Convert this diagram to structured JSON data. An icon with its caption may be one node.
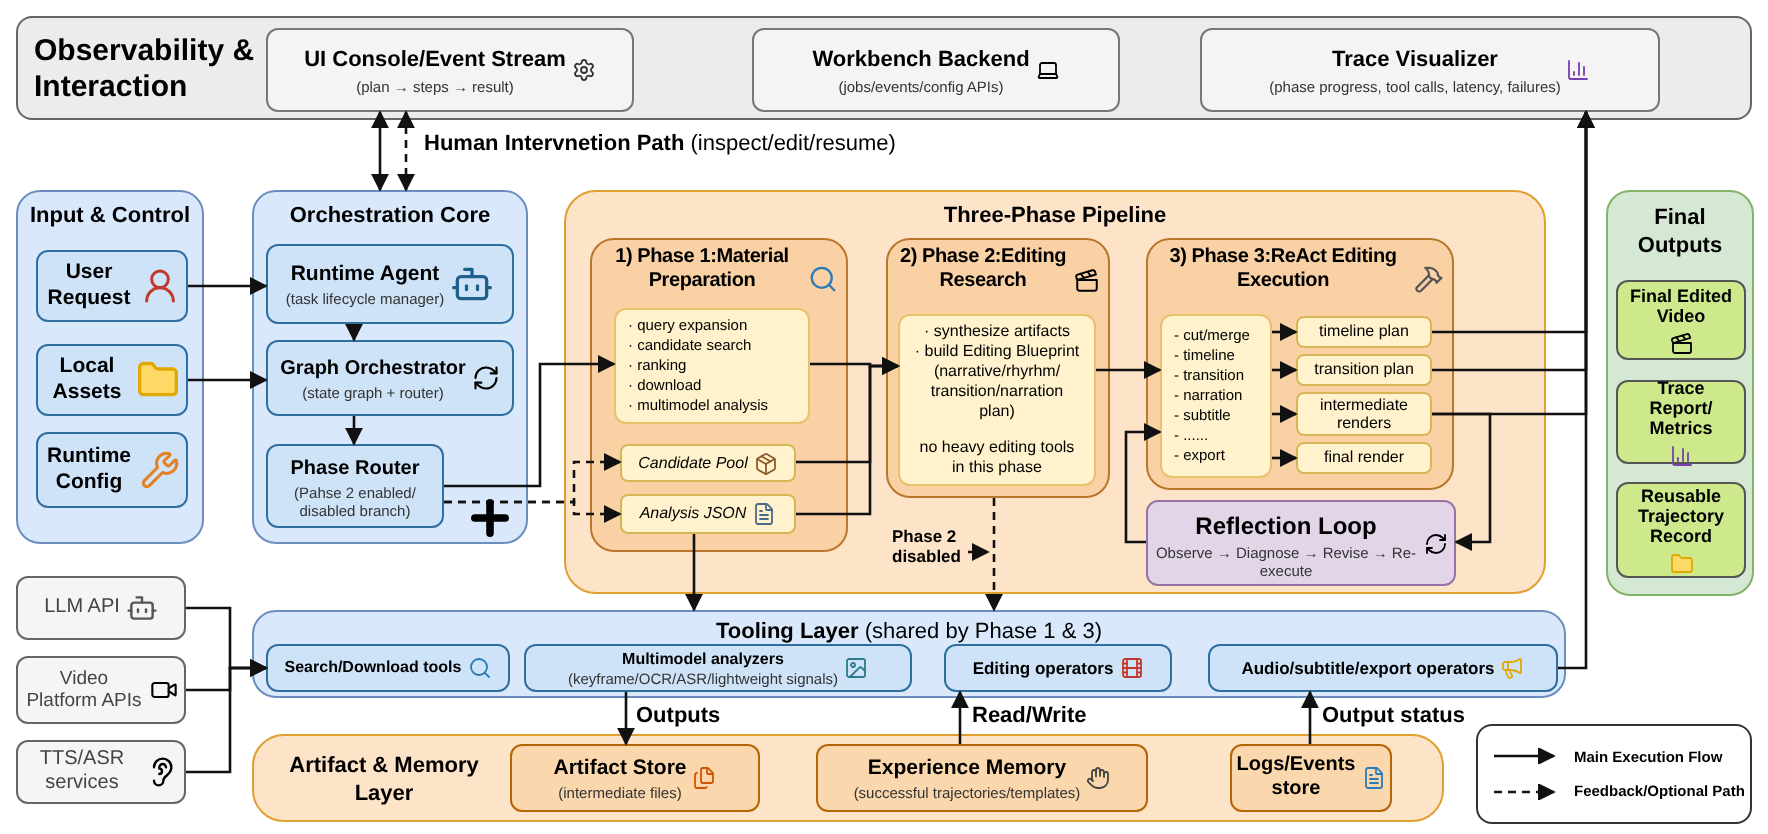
{
  "diagram": {
    "nodes": [
      {
        "text": [
          "Observability & Interaction"
        ]
      },
      {
        "text": [
          "UI Console/Event Stream",
          "(plan → steps → result)"
        ],
        "in": 0
      },
      {
        "text": [
          "Workbench Backend",
          "(jobs/events/config APIs)"
        ],
        "in": 0
      },
      {
        "text": [
          "Trace Visualizer",
          "(phase progress, tool calls, latency, failures)"
        ],
        "in": 0
      },
      {
        "text": [
          "Input & Control"
        ]
      },
      {
        "text": [
          "User Request"
        ],
        "in": 4
      },
      {
        "text": [
          "Local Assets"
        ],
        "in": 4
      },
      {
        "text": [
          "Runtime Config"
        ],
        "in": 4
      },
      {
        "text": [
          "Orchestration Core"
        ]
      },
      {
        "text": [
          "Runtime Agent",
          "(task lifecycle manager)"
        ],
        "in": 8
      },
      {
        "text": [
          "Graph Orchestrator",
          "(state graph + router)"
        ],
        "in": 8
      },
      {
        "text": [
          "Phase Router",
          "(Pahse 2 enabled/ disabled branch)"
        ],
        "in": 8
      },
      {
        "text": [
          "Three-Phase Pipeline"
        ]
      },
      {
        "text": [
          "1) Phase 1:Material Preparation"
        ],
        "in": 12
      },
      {
        "text": [
          "· query expansion",
          "· candidate search",
          "· ranking",
          "· download",
          "· multimodel analysis"
        ],
        "in": 13
      },
      {
        "text": [
          "Candidate Pool"
        ],
        "in": 13
      },
      {
        "text": [
          "Analysis JSON"
        ],
        "in": 13
      },
      {
        "text": [
          "2) Phase 2:Editing Research"
        ],
        "in": 12
      },
      {
        "text": [
          "· synthesize artifacts",
          "· build Editing Blueprint (narrative/rhyrhm/ transition/narration plan)",
          "no heavy editing tools in this phase"
        ],
        "in": 17
      },
      {
        "text": [
          "3) Phase 3:ReAct Editing Execution"
        ],
        "in": 12
      },
      {
        "text": [
          "- cut/merge",
          "- timeline",
          "- transition",
          "- narration",
          "- subtitle",
          "- ......",
          "- export"
        ],
        "in": 19
      },
      {
        "text": [
          "timeline plan"
        ],
        "in": 19
      },
      {
        "text": [
          "transition plan"
        ],
        "in": 19
      },
      {
        "text": [
          "intermediate renders"
        ],
        "in": 19
      },
      {
        "text": [
          "final render"
        ],
        "in": 19
      },
      {
        "text": [
          "Reflection Loop",
          "Observe → Diagnose → Revise → Re-execute"
        ],
        "in": 12
      },
      {
        "text": [
          "Final Outputs"
        ]
      },
      {
        "text": [
          "Final Edited Video"
        ],
        "in": 26
      },
      {
        "text": [
          "Trace Report/ Metrics"
        ],
        "in": 26
      },
      {
        "text": [
          "Reusable Trajectory Record"
        ],
        "in": 26
      },
      {
        "text": [
          "LLM API"
        ]
      },
      {
        "text": [
          "Video Platform APIs"
        ]
      },
      {
        "text": [
          "TTS/ASR services"
        ]
      },
      {
        "text": [
          "**Tooling Layer** (shared by Phase 1 & 3)"
        ]
      },
      {
        "text": [
          "Search/Download tools"
        ],
        "in": 33
      },
      {
        "text": [
          "Multimodel analyzers",
          "(keyframe/OCR/ASR/lightweight signals)"
        ],
        "in": 33
      },
      {
        "text": [
          "Editing operators"
        ],
        "in": 33
      },
      {
        "text": [
          "Audio/subtitle/export operators"
        ],
        "in": 33
      },
      {
        "text": [
          "Artifact & Memory Layer"
        ]
      },
      {
        "text": [
          "Artifact Store",
          "(intermediate files)"
        ],
        "in": 38
      },
      {
        "text": [
          "Experience Memory",
          "(successful trajectories/templates)"
        ],
        "in": 38
      },
      {
        "text": [
          "Logs/Events store"
        ],
        "in": 38
      }
    ],
    "edges": [
      {
        "from": 1,
        "to": 8,
        "arrow": "both"
      },
      {
        "from": 1,
        "to": 8,
        "arrow": "both",
        "style": "dashed",
        "label": "**Human Intervnetion Path** (inspect/edit/resume)"
      },
      {
        "from": 5,
        "to": 9,
        "arrow": "to"
      },
      {
        "from": 6,
        "to": 10,
        "arrow": "to"
      },
      {
        "from": 9,
        "to": 10,
        "arrow": "to"
      },
      {
        "from": 10,
        "to": 11,
        "arrow": "to"
      },
      {
        "from": 11,
        "to": 14,
        "arrow": "to"
      },
      {
        "from": 11,
        "to": 15,
        "arrow": "to",
        "style": "dashed"
      },
      {
        "from": 11,
        "to": 16,
        "arrow": "to",
        "style": "dashed"
      },
      {
        "from": 14,
        "to": 18,
        "arrow": "to"
      },
      {
        "from": 15,
        "to": 18,
        "arrow": "to"
      },
      {
        "from": 16,
        "to": 18,
        "arrow": "to"
      },
      {
        "from": 18,
        "to": 20,
        "arrow": "to"
      },
      {
        "from": 20,
        "to": 21,
        "arrow": "to"
      },
      {
        "from": 20,
        "to": 22,
        "arrow": "to"
      },
      {
        "from": 20,
        "to": 23,
        "arrow": "to"
      },
      {
        "from": 20,
        "to": 24,
        "arrow": "to"
      },
      {
        "from": 21,
        "to": 3,
        "arrow": "to"
      },
      {
        "from": 22,
        "to": 3,
        "arrow": "to"
      },
      {
        "from": 23,
        "to": 3,
        "arrow": "to"
      },
      {
        "from": 37,
        "to": 3,
        "arrow": "to"
      },
      {
        "from": 23,
        "to": 25,
        "arrow": "to"
      },
      {
        "from": 25,
        "to": 20,
        "arrow": "to"
      },
      {
        "from": 16,
        "to": 33,
        "arrow": "to"
      },
      {
        "from": 17,
        "to": 33,
        "arrow": "to",
        "style": "dashed",
        "label": "Phase 2 disabled"
      },
      {
        "from": 30,
        "to": 34,
        "arrow": "to"
      },
      {
        "from": 31,
        "to": 34,
        "arrow": "to"
      },
      {
        "from": 32,
        "to": 34,
        "arrow": "to"
      },
      {
        "from": 35,
        "to": 39,
        "arrow": "to",
        "label": "Outputs"
      },
      {
        "from": 40,
        "to": 36,
        "arrow": "to",
        "label": "Read/Write"
      },
      {
        "from": 41,
        "to": 37,
        "arrow": "to",
        "label": "Output status"
      }
    ],
    "legend": [
      {
        "text": "Main Execution Flow"
      },
      {
        "text": "Feedback/Optional Path"
      }
    ]
  }
}
